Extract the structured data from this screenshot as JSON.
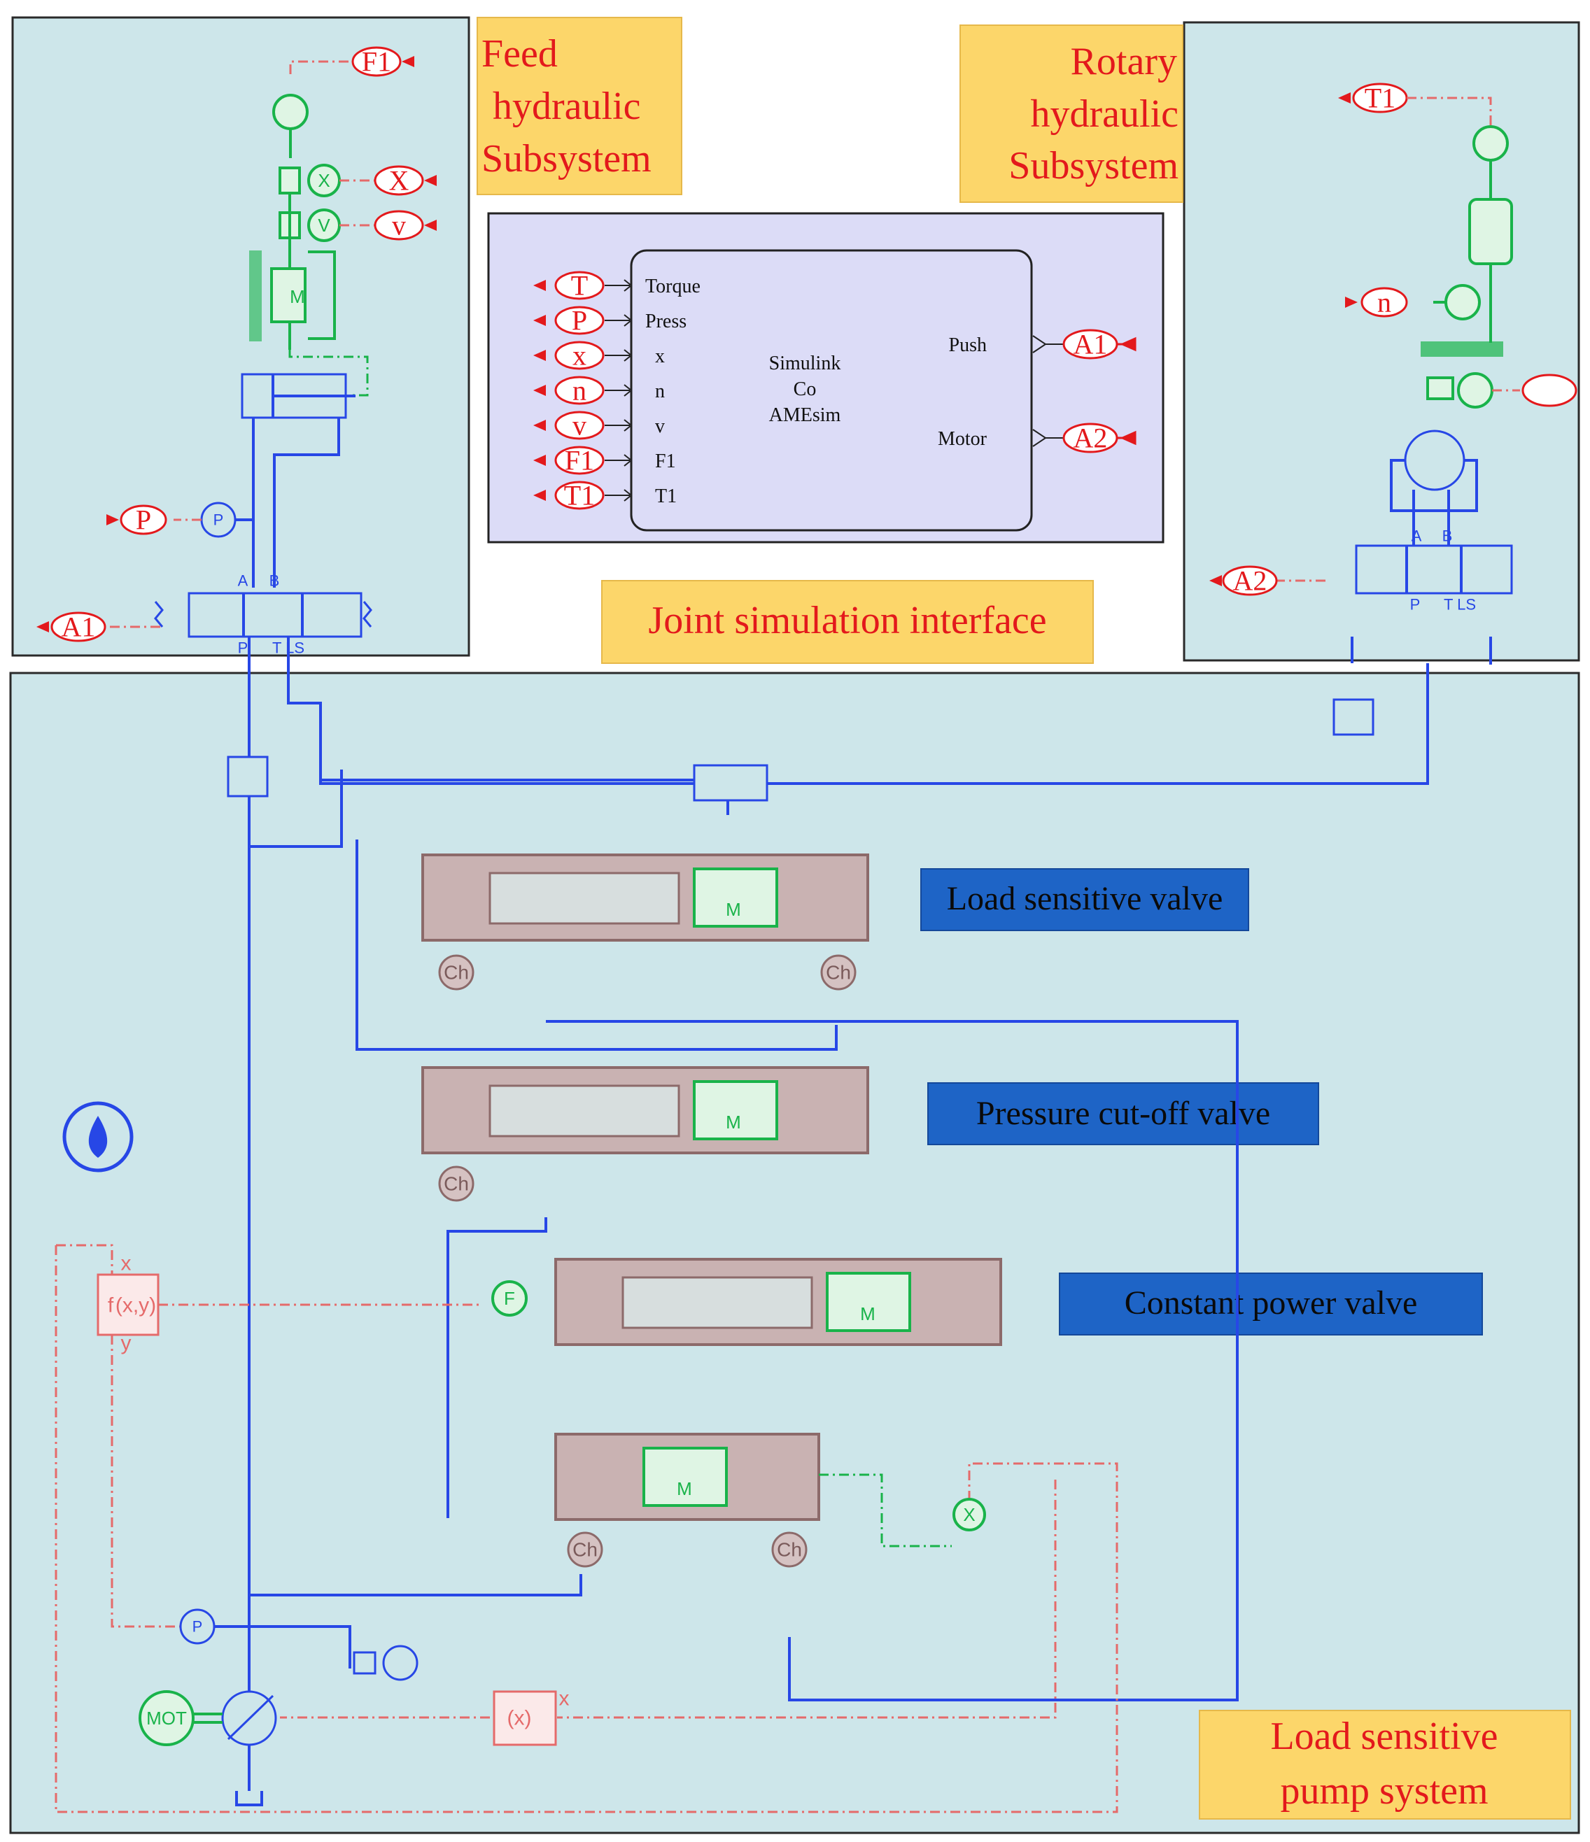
{
  "labels": {
    "feed_line1": "Feed",
    "feed_line2": "hydraulic",
    "feed_line3": "Subsystem",
    "rotary_line1": "Rotary",
    "rotary_line2": "hydraulic",
    "rotary_line3": "Subsystem",
    "joint": "Joint simulation interface",
    "pump_line1": "Load sensitive",
    "pump_line2": "pump system",
    "load_sensitive_valve": "Load sensitive valve",
    "pressure_cutoff_valve": "Pressure cut-off valve",
    "constant_power_valve": "Constant power valve"
  },
  "interface": {
    "inputs": [
      {
        "tag": "T",
        "label": "Torque"
      },
      {
        "tag": "P",
        "label": "Press"
      },
      {
        "tag": "x",
        "label": "x"
      },
      {
        "tag": "n",
        "label": "n"
      },
      {
        "tag": "v",
        "label": "v"
      },
      {
        "tag": "F1",
        "label": "F1"
      },
      {
        "tag": "T1",
        "label": "T1"
      }
    ],
    "center_line1": "Simulink",
    "center_line2": "Co",
    "center_line3": "AMEsim",
    "outputs": [
      {
        "tag": "A1",
        "label": "Push"
      },
      {
        "tag": "A2",
        "label": "Motor"
      }
    ]
  },
  "feed": {
    "tag_F1": "F1",
    "tag_X": "X",
    "tag_v": "v",
    "tag_P": "P",
    "tag_A1": "A1",
    "port_A": "A",
    "port_B": "B",
    "port_P": "P",
    "port_TLS": "T LS",
    "sensor_X": "X",
    "sensor_V": "V",
    "sensor_P": "P",
    "mass_M": "M"
  },
  "rotary": {
    "tag_T1": "T1",
    "tag_n": "n",
    "tag_A2": "A2",
    "port_A": "A",
    "port_B": "B",
    "port_P": "P",
    "port_TLS": "T LS"
  },
  "pump": {
    "mot": "MOT",
    "fxy": "f",
    "fxy_args": "(x,y)",
    "fx_x": "x",
    "fx_y": "y",
    "gain": "(x)",
    "gain_x": "x",
    "sensor_F": "F",
    "sensor_X": "X",
    "sensor_P": "P",
    "ch": "Ch",
    "mass_M": "M"
  }
}
